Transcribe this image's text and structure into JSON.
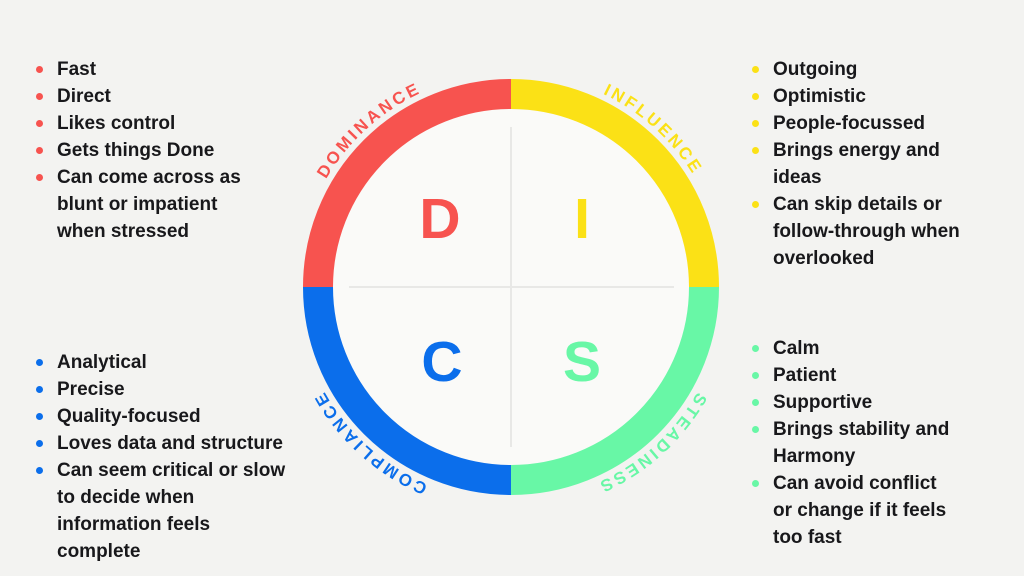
{
  "title": "DISC model wheel",
  "colors": {
    "background": "#F3F3F1",
    "inner_circle": "#FAFAF8",
    "crosshair": "#E8E8E6",
    "text": "#18181B"
  },
  "quadrants": [
    {
      "id": "dominance",
      "letter": "D",
      "label": "DOMINANCE",
      "color": "#F7534F",
      "traits": [
        "Fast",
        "Direct",
        "Likes control",
        "Gets things Done",
        "Can come across as blunt or impatient when stressed"
      ]
    },
    {
      "id": "influence",
      "letter": "I",
      "label": "INFLUENCE",
      "color": "#FBE116",
      "traits": [
        "Outgoing",
        "Optimistic",
        "People-focussed",
        "Brings energy and ideas",
        "Can skip details or follow-through when overlooked"
      ]
    },
    {
      "id": "steadiness",
      "letter": "S",
      "label": "STEADINESS",
      "color": "#68F7A6",
      "traits": [
        "Calm",
        "Patient",
        "Supportive",
        "Brings stability and Harmony",
        "Can avoid conflict or change if it feels too fast"
      ]
    },
    {
      "id": "compliance",
      "letter": "C",
      "label": "COMPLIANCE",
      "color": "#0B6EEB",
      "traits": [
        "Analytical",
        "Precise",
        "Quality-focused",
        "Loves data and structure",
        "Can seem critical or slow to decide when information feels complete"
      ]
    }
  ]
}
